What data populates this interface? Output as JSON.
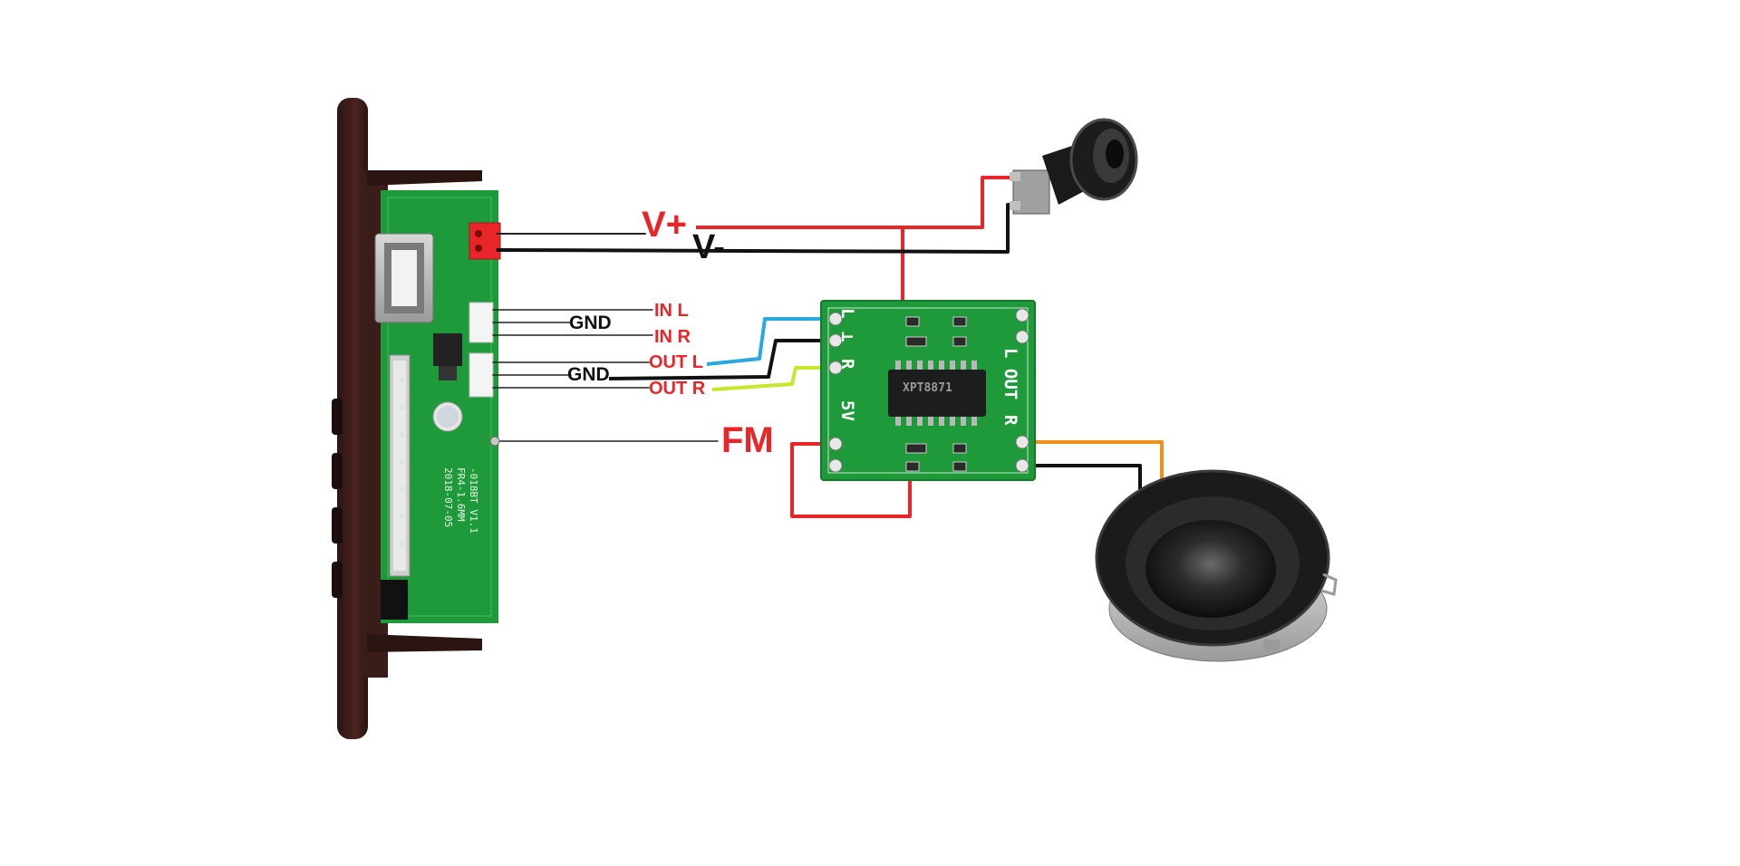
{
  "labels": {
    "vplus": "V+",
    "vminus": "V-",
    "gnd_in": "GND",
    "in_l": "IN L",
    "in_r": "IN R",
    "gnd_out": "GND",
    "out_l": "OUT L",
    "out_r": "OUT R",
    "fm": "FM"
  },
  "amp_board": {
    "in_left": "L",
    "in_gnd": "⊥",
    "in_right": "R",
    "supply": "5V",
    "out_left": "L OUT",
    "out_right": "R",
    "chip": "XPT8871"
  },
  "module_board": {
    "silkscreen": [
      "-018BT V1.1",
      "FR4-1.6MM",
      "2018-07-05"
    ]
  },
  "colors": {
    "power_wire": "#e8262a",
    "ground_wire": "#111111",
    "left_wire": "#29a8e0",
    "right_wire": "#c8e62a",
    "speaker_plus_wire": "#f0901a",
    "pcb_green": "#1f9a3a"
  }
}
